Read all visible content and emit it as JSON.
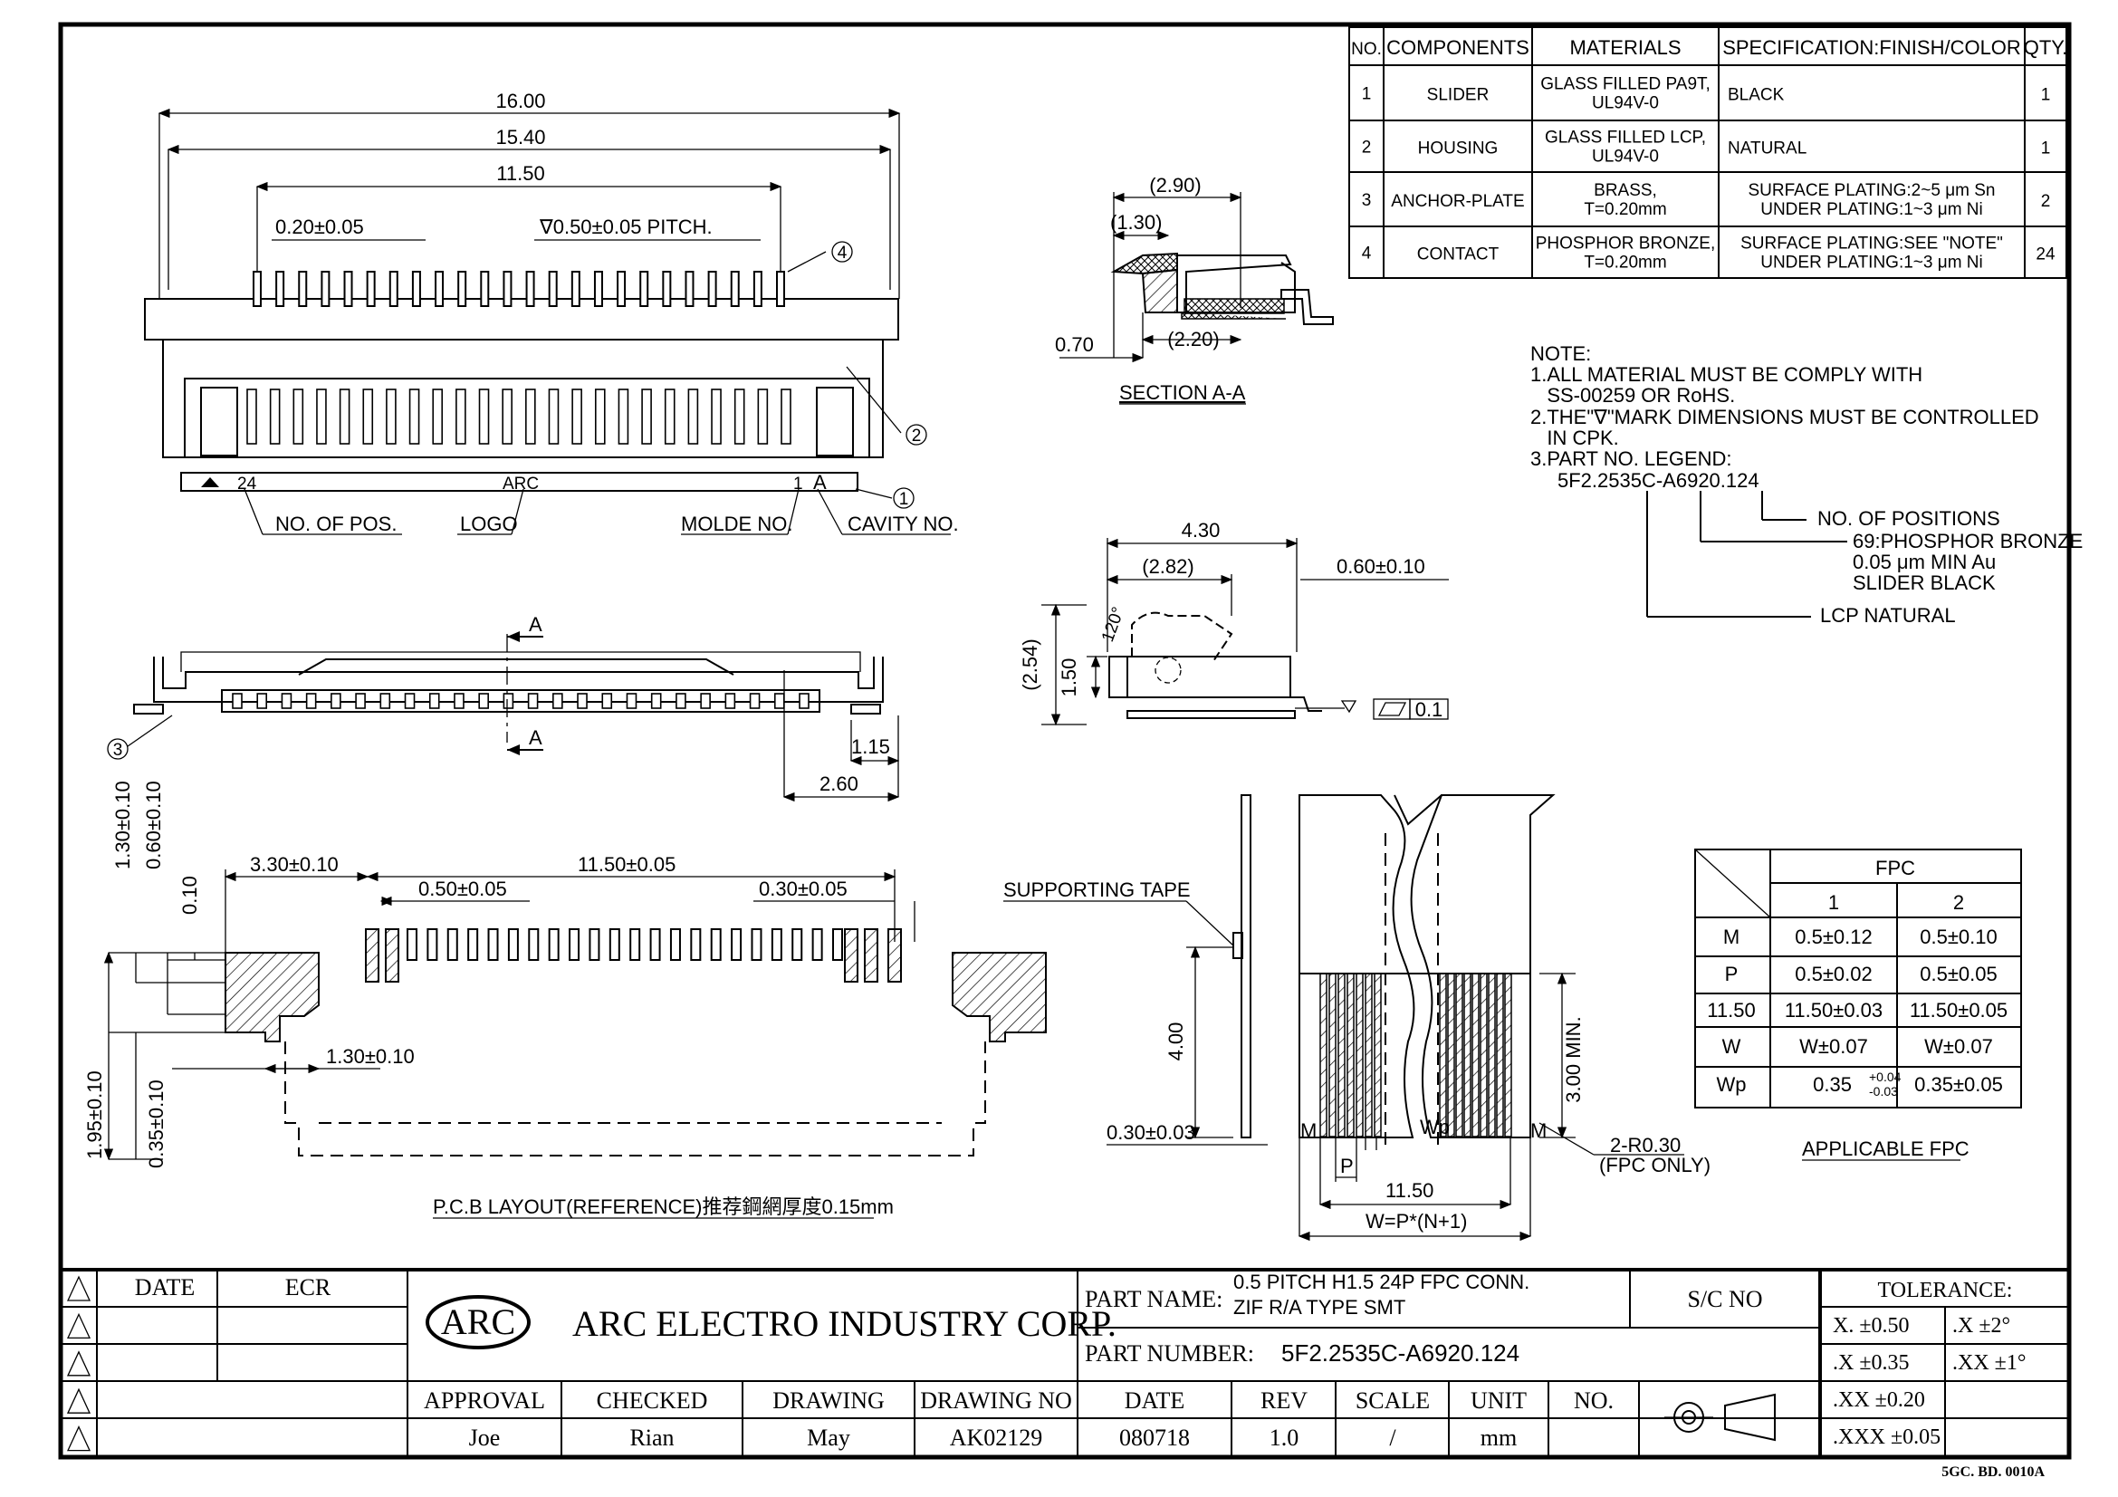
{
  "bom": {
    "headers": [
      "NO.",
      "COMPONENTS",
      "MATERIALS",
      "SPECIFICATION:FINISH/COLOR",
      "QTY."
    ],
    "rows": [
      {
        "no": "1",
        "component": "SLIDER",
        "material": [
          "GLASS FILLED PA9T,",
          "UL94V-0"
        ],
        "spec": [
          "BLACK",
          ""
        ],
        "qty": "1"
      },
      {
        "no": "2",
        "component": "HOUSING",
        "material": [
          "GLASS FILLED LCP,",
          "UL94V-0"
        ],
        "spec": [
          "NATURAL",
          ""
        ],
        "qty": "1"
      },
      {
        "no": "3",
        "component": "ANCHOR-PLATE",
        "material": [
          "BRASS,",
          "T=0.20mm"
        ],
        "spec": [
          "SURFACE PLATING:2~5 μm Sn",
          "UNDER PLATING:1~3 μm Ni"
        ],
        "qty": "2"
      },
      {
        "no": "4",
        "component": "CONTACT",
        "material": [
          "PHOSPHOR BRONZE,",
          "T=0.20mm"
        ],
        "spec": [
          "SURFACE PLATING:SEE \"NOTE\"",
          "UNDER PLATING:1~3 μm Ni"
        ],
        "qty": "24"
      }
    ]
  },
  "notes": {
    "title": "NOTE:",
    "lines": [
      "1.ALL MATERIAL MUST BE COMPLY WITH",
      "   SS-00259 OR RoHS.",
      "2.THE\"∇\"MARK DIMENSIONS MUST BE CONTROLLED",
      "   IN CPK.",
      "3.PART NO. LEGEND:"
    ],
    "part_no": "5F2.2535C-A6920.124",
    "legend_positions": "NO. OF POSITIONS",
    "legend_69": [
      "69:PHOSPHOR BRONZE",
      "0.05 μm MIN Au",
      "SLIDER BLACK"
    ],
    "legend_lcp": "LCP NATURAL"
  },
  "top_view": {
    "dims": [
      "16.00",
      "15.40",
      "11.50",
      "0.20±0.05",
      "∇0.50±0.05 PITCH."
    ],
    "labels": {
      "no_of_pos": "NO. OF POS.",
      "logo": "LOGO",
      "molde_no": "MOLDE NO.",
      "cavity_no": "CAVITY NO.",
      "pos24": "24",
      "logo_text": "ARC",
      "pos1": "1",
      "cavity": "A"
    },
    "balloons": [
      "4",
      "2",
      "1"
    ]
  },
  "section": {
    "dims": [
      "(2.90)",
      "(1.30)",
      "(2.20)",
      "0.70"
    ],
    "caption": "SECTION  A-A"
  },
  "side_view": {
    "dims": [
      "4.30",
      "(2.82)",
      "0.60±0.10",
      "(2.54)",
      "1.50",
      "120°",
      "0.1"
    ]
  },
  "front_view": {
    "dims": [
      "1.15",
      "2.60"
    ],
    "section_marks": [
      "A",
      "A"
    ],
    "balloon": "3"
  },
  "pcb_layout": {
    "dims": [
      "3.30±0.10",
      "11.50±0.05",
      "0.50±0.05",
      "0.30±0.05",
      "1.30±0.10",
      "0.60±0.10",
      "0.10",
      "1.30±0.10",
      "1.95±0.10",
      "0.35±0.10"
    ],
    "caption": "P.C.B  LAYOUT(REFERENCE)推荐鋼網厚度0.15mm"
  },
  "fpc_drawing": {
    "dims": [
      "SUPPORTING TAPE",
      "4.00",
      "0.30±0.03",
      "3.00 MIN.",
      "M",
      "M",
      "P",
      "Wp",
      "11.50",
      "W=P*(N+1)",
      "2-R0.30",
      "(FPC ONLY)"
    ]
  },
  "fpc_table": {
    "header": "FPC",
    "cols": [
      "1",
      "2"
    ],
    "rows": [
      {
        "label": "M",
        "c1": "0.5±0.12",
        "c2": "0.5±0.10"
      },
      {
        "label": "P",
        "c1": "0.5±0.02",
        "c2": "0.5±0.05"
      },
      {
        "label": "11.50",
        "c1": "11.50±0.03",
        "c2": "11.50±0.05"
      },
      {
        "label": "W",
        "c1": "W±0.07",
        "c2": "W±0.07"
      },
      {
        "label": "Wp",
        "c1": "0.35",
        "c2": "0.35±0.05"
      }
    ],
    "wp_tol_upper": "+0.04",
    "wp_tol_lower": "-0.03",
    "caption": "APPLICABLE FPC"
  },
  "title_block": {
    "rev_headers": [
      "DATE",
      "ECR"
    ],
    "company": "ARC ELECTRO INDUSTRY CORP.",
    "logo": "ARC",
    "part_name_label": "PART NAME:",
    "part_name": [
      "0.5 PITCH H1.5 24P FPC CONN.",
      "ZIF R/A TYPE SMT"
    ],
    "sc_no_label": "S/C NO",
    "part_number_label": "PART NUMBER:",
    "part_number": "5F2.2535C-A6920.124",
    "headers": [
      "APPROVAL",
      "CHECKED",
      "DRAWING",
      "DRAWING NO",
      "DATE",
      "REV",
      "SCALE",
      "UNIT",
      "NO."
    ],
    "values": [
      "Joe",
      "Rian",
      "May",
      "AK02129",
      "080718",
      "1.0",
      "/",
      "mm",
      ""
    ],
    "tolerance": {
      "title": "TOLERANCE:",
      "rows": [
        [
          "X. ±0.50",
          ".X ±2°"
        ],
        [
          ".X  ±0.35",
          ".XX ±1°"
        ],
        [
          ".XX  ±0.20",
          ""
        ],
        [
          ".XXX ±0.05",
          ""
        ]
      ]
    },
    "form_no": "5GC. BD. 0010A"
  }
}
